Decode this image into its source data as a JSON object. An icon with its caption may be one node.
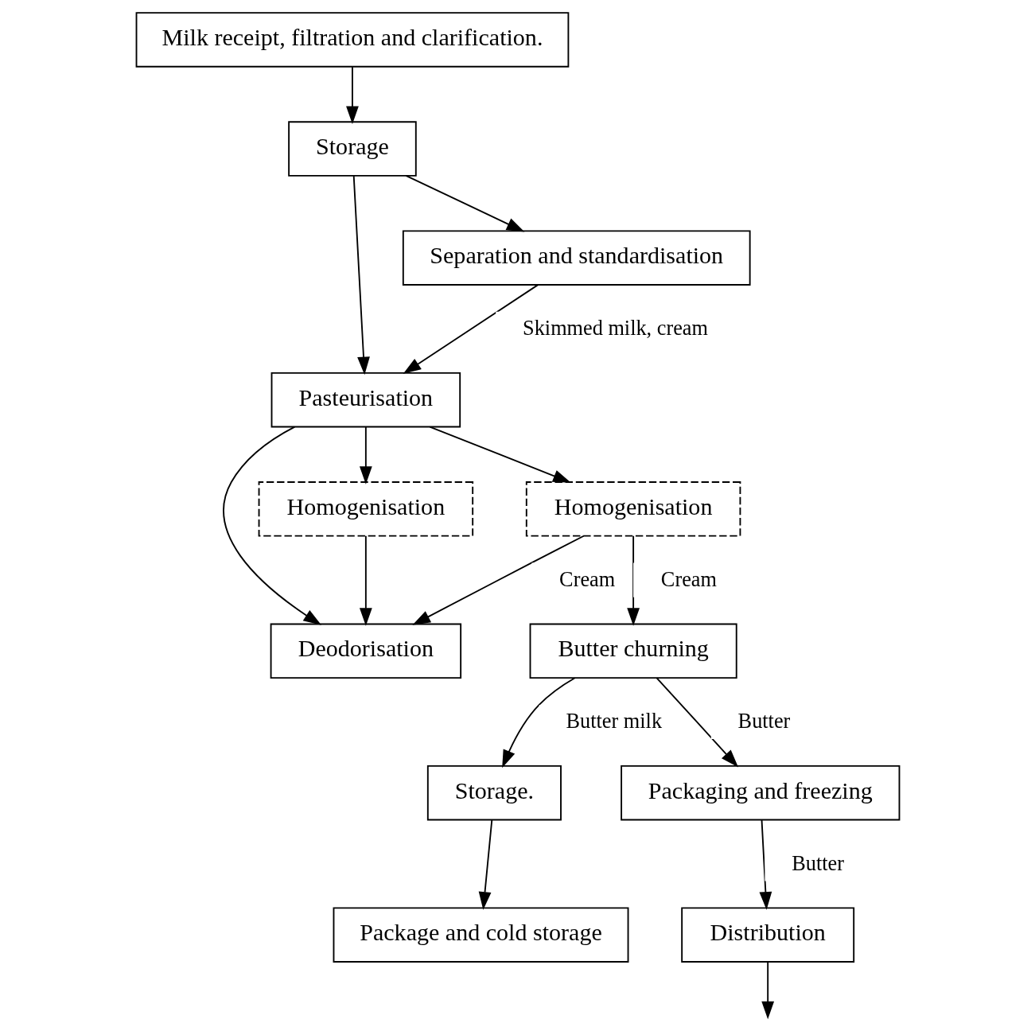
{
  "diagram": {
    "nodes": [
      {
        "text": [
          "Milk receipt, filtration and clarification."
        ]
      },
      {
        "text": [
          "Storage"
        ]
      },
      {
        "text": [
          "Separation and standardisation"
        ]
      },
      {
        "text": [
          "Pasteurisation"
        ]
      },
      {
        "text": [
          "Homogenisation"
        ]
      },
      {
        "text": [
          "Homogenisation"
        ]
      },
      {
        "text": [
          "Deodorisation"
        ]
      },
      {
        "text": [
          "Butter churning"
        ]
      },
      {
        "text": [
          "Storage."
        ]
      },
      {
        "text": [
          "Package and cold storage"
        ]
      },
      {
        "text": [
          "Packaging and freezing"
        ]
      },
      {
        "text": [
          "Distribution"
        ]
      }
    ],
    "edges": [
      {
        "from": 0,
        "to": 1,
        "arrow": "to"
      },
      {
        "from": 1,
        "to": 3,
        "arrow": "to"
      },
      {
        "from": 1,
        "to": 2,
        "arrow": "to"
      },
      {
        "from": 2,
        "to": 3,
        "arrow": "to",
        "label": "Skimmed milk, cream"
      },
      {
        "from": 3,
        "to": 4,
        "arrow": "to"
      },
      {
        "from": 3,
        "to": 6,
        "arrow": "to"
      },
      {
        "from": 3,
        "to": 5,
        "arrow": "to"
      },
      {
        "from": 4,
        "to": 6,
        "arrow": "to"
      },
      {
        "from": 5,
        "to": 6,
        "arrow": "to",
        "label": "Cream"
      },
      {
        "from": 5,
        "to": 7,
        "arrow": "to",
        "label": "Cream"
      },
      {
        "from": 7,
        "to": 8,
        "arrow": "to",
        "label": "Butter milk"
      },
      {
        "from": 7,
        "to": 10,
        "arrow": "to",
        "label": "Butter"
      },
      {
        "from": 8,
        "to": 9,
        "arrow": "to"
      },
      {
        "from": 10,
        "to": 11,
        "arrow": "to",
        "label": "Butter"
      },
      {
        "from": 11,
        "to": null,
        "arrow": "to"
      }
    ]
  }
}
